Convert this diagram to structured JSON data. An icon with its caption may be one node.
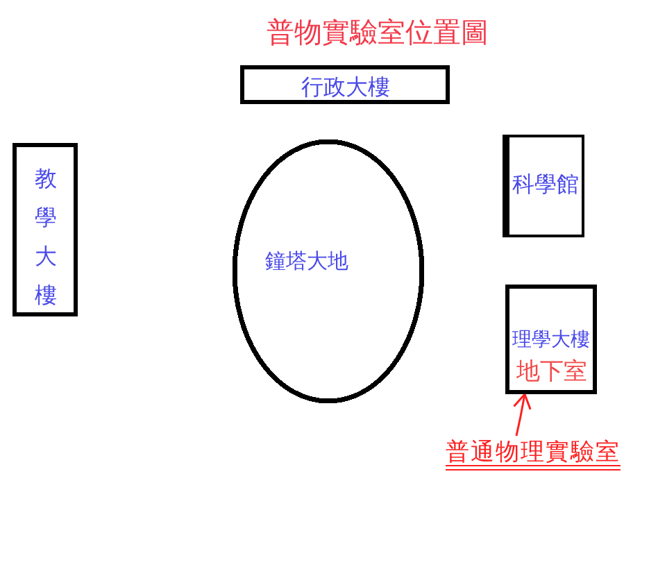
{
  "diagram": {
    "title": "普物實驗室位置圖",
    "nodes": [
      {
        "text": [
          "行政大樓"
        ]
      },
      {
        "text": [
          "教學大樓"
        ]
      },
      {
        "text": [
          "鐘塔大地"
        ]
      },
      {
        "text": [
          "科學館"
        ]
      },
      {
        "text": [
          "理學大樓",
          "地下室"
        ]
      },
      {
        "text": [
          "普通物理實驗室"
        ]
      }
    ],
    "edges": [
      {
        "from": 5,
        "to": 4,
        "arrow": "to",
        "color": "#ff2020"
      }
    ]
  }
}
